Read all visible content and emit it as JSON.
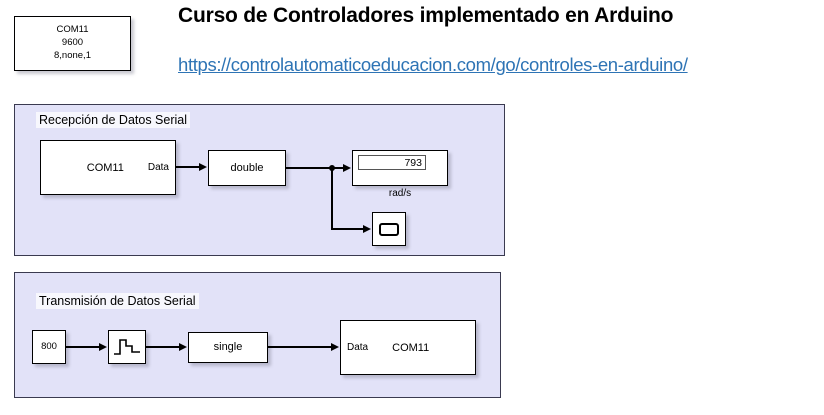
{
  "header": {
    "title": "Curso de Controladores implementado en Arduino",
    "url": "https://controlautomaticoeducacion.com/go/controles-en-arduino/",
    "url_color": "#2e74b5"
  },
  "serial_config_block": {
    "name": "serial-configuration",
    "port": "COM11",
    "baud_rate": "9600",
    "data_format": "8,none,1",
    "text": "COM11\n9600\n8,none,1"
  },
  "panels": {
    "receive": {
      "title": "Recepción de Datos Serial",
      "fill_color": "#e2e2f8",
      "blocks": {
        "serial_receive": {
          "port_label": "COM11",
          "output_port": "Data"
        },
        "data_type_convert": {
          "label": "double"
        },
        "display": {
          "value": "793",
          "caption": "rad/s"
        },
        "scope": {
          "icon": "scope-icon"
        }
      }
    },
    "transmit": {
      "title": "Transmisión de Datos Serial",
      "fill_color": "#e2e2f8",
      "blocks": {
        "constant": {
          "value": "800"
        },
        "pulse_generator": {
          "icon": "step-waveform-icon"
        },
        "data_type_convert": {
          "label": "single"
        },
        "serial_transmit": {
          "input_port": "Data",
          "port_label": "COM11"
        }
      }
    }
  }
}
